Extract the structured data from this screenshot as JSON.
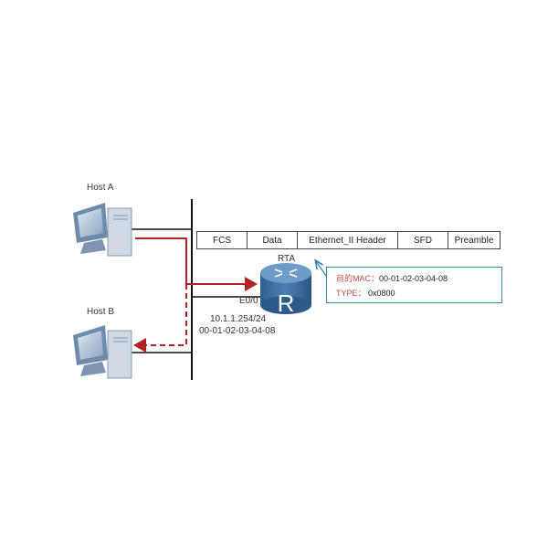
{
  "hosts": [
    {
      "label": "Host A"
    },
    {
      "label": "Host B"
    }
  ],
  "frame_fields": [
    "FCS",
    "Data",
    "Ethernet_II Header",
    "SFD",
    "Preamble"
  ],
  "router": {
    "name": "RTA",
    "interface": "E0/0",
    "ip": "10.1.1.254/24",
    "mac": "00-01-02-03-04-08",
    "icon_letter": "R"
  },
  "callout": {
    "dest_mac_label": "目的MAC：",
    "dest_mac_value": "00-01-02-03-04-08",
    "type_label": "TYPE：",
    "type_value": "0x0800"
  },
  "colors": {
    "path": "#b22222",
    "callout_border": "#3a8aa8",
    "router": "#3f6e9e"
  }
}
